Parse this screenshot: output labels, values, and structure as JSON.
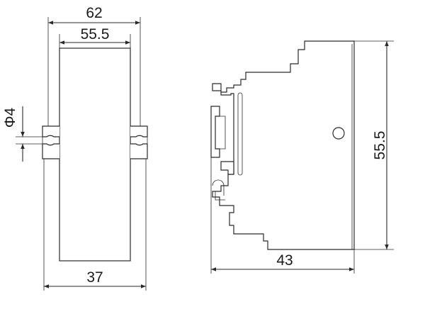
{
  "front_view": {
    "width_overall": "62",
    "width_body": "55.5",
    "width_bottom": "37",
    "hole_diameter": "Φ4"
  },
  "side_view": {
    "depth": "43",
    "height": "55.5"
  }
}
